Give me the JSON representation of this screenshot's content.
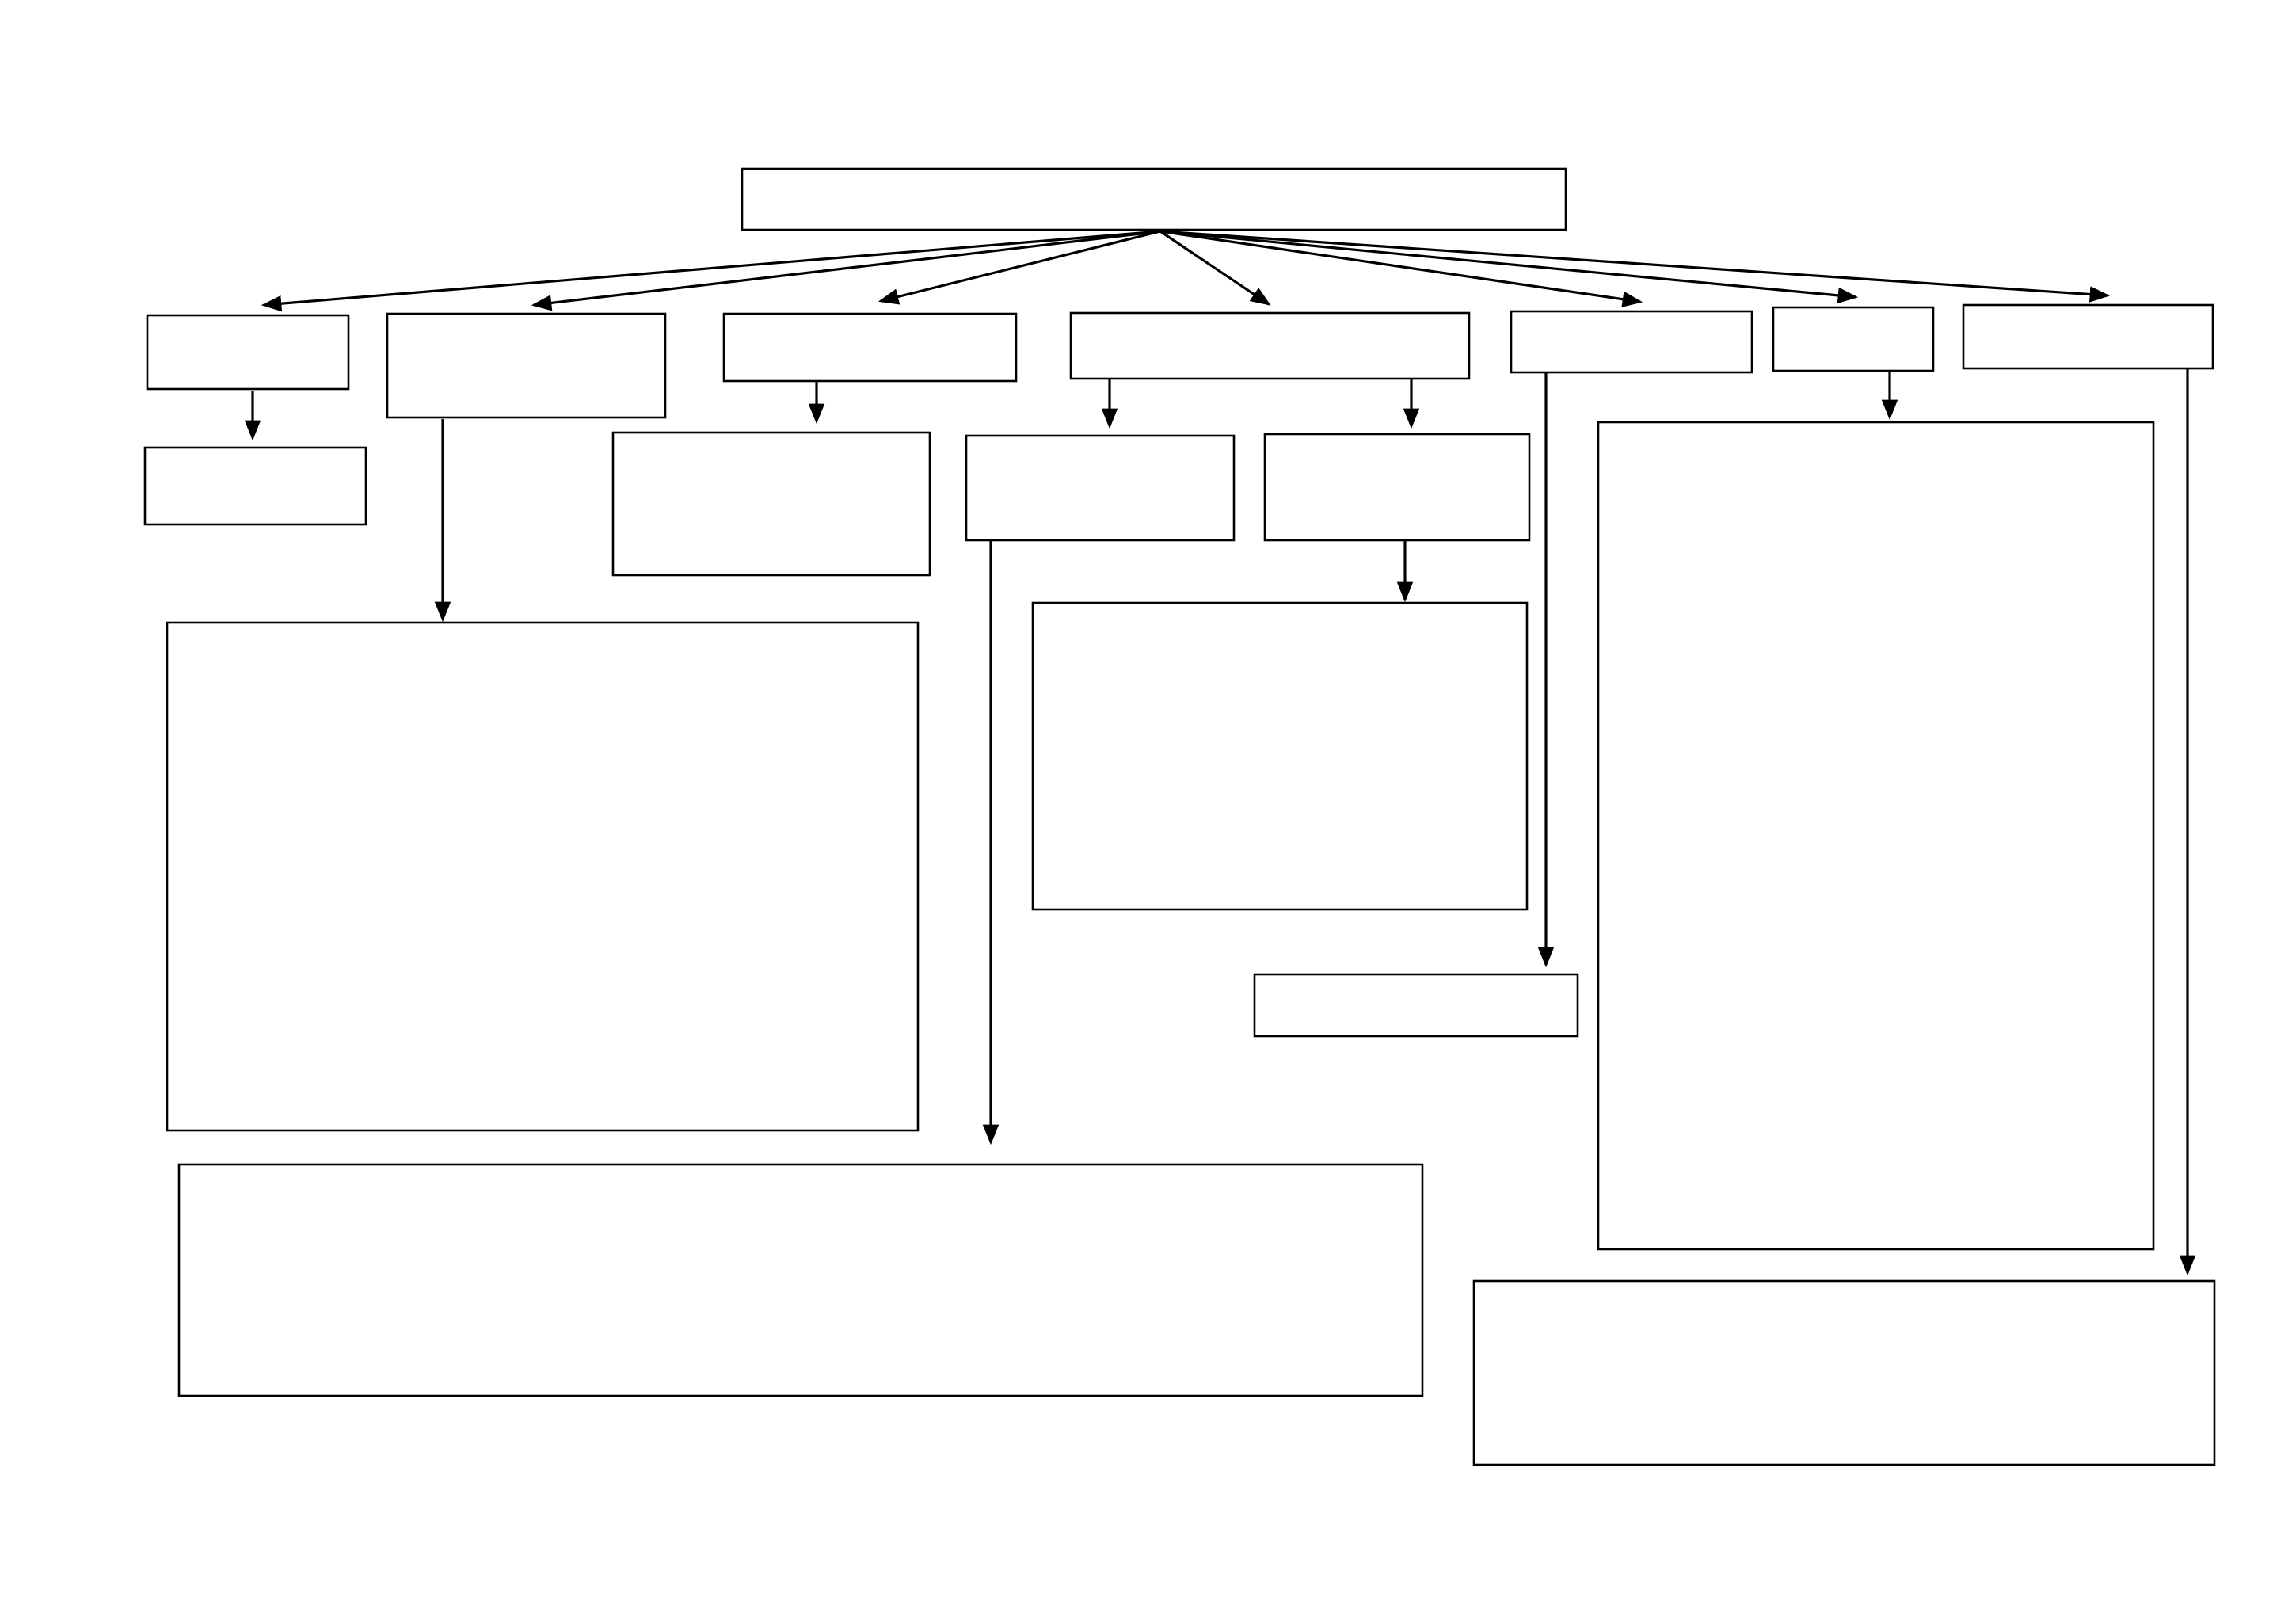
{
  "diagram": {
    "type": "flowchart-template",
    "line_color": "#000000",
    "box_fill": "#ffffff",
    "background": "#ffffff",
    "box_ids": [
      "root-box",
      "level1-box-1",
      "level1-box-2",
      "level1-box-3",
      "level1-box-4",
      "level1-box-5",
      "level1-box-6",
      "level1-box-7",
      "child-box-1a",
      "child-box-2a",
      "child-box-3a",
      "child-box-4a",
      "child-box-4b",
      "child-box-4b-sub",
      "child-box-5a",
      "child-box-6a",
      "child-box-7a",
      "bottom-left-box"
    ],
    "connections": [
      {
        "from": "root-box",
        "to": "level1-box-1"
      },
      {
        "from": "root-box",
        "to": "level1-box-2"
      },
      {
        "from": "root-box",
        "to": "level1-box-3"
      },
      {
        "from": "root-box",
        "to": "level1-box-4"
      },
      {
        "from": "root-box",
        "to": "level1-box-5"
      },
      {
        "from": "root-box",
        "to": "level1-box-6"
      },
      {
        "from": "root-box",
        "to": "level1-box-7"
      },
      {
        "from": "level1-box-1",
        "to": "child-box-1a"
      },
      {
        "from": "level1-box-2",
        "to": "child-box-2a"
      },
      {
        "from": "level1-box-3",
        "to": "child-box-3a"
      },
      {
        "from": "level1-box-4",
        "to": "child-box-4a"
      },
      {
        "from": "level1-box-4",
        "to": "child-box-4b"
      },
      {
        "from": "child-box-4b",
        "to": "child-box-4b-sub"
      },
      {
        "from": "child-box-4a",
        "to": "bottom-left-box"
      },
      {
        "from": "level1-box-5",
        "to": "child-box-5a"
      },
      {
        "from": "level1-box-6",
        "to": "child-box-6a"
      },
      {
        "from": "level1-box-7",
        "to": "child-box-7a"
      }
    ]
  }
}
